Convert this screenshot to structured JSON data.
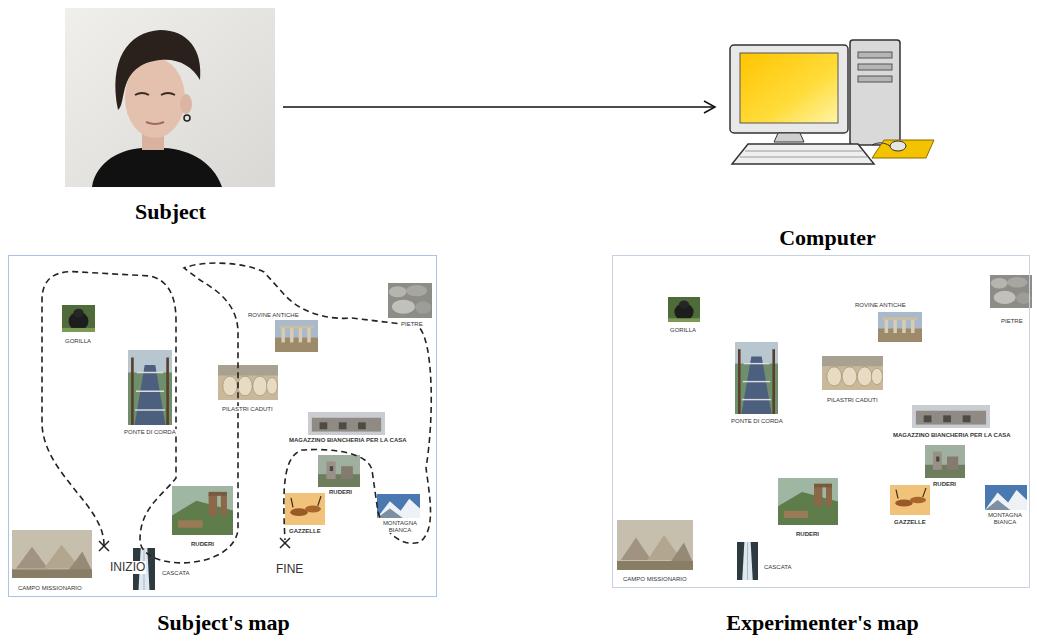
{
  "diagram": {
    "nodes": [
      {
        "text": [
          "Subject"
        ]
      },
      {
        "text": [
          "Computer"
        ]
      },
      {
        "text": [
          "Subject's map"
        ]
      },
      {
        "text": [
          "Experimenter's map"
        ]
      }
    ],
    "edges": [
      {
        "from": 0,
        "to": 1,
        "arrow": "to"
      }
    ],
    "labels": [
      "GORILLA",
      "ROVINE ANTICHE",
      "PIETRE",
      "PONTE DI CORDA",
      "PILASTRI CADUTI",
      "MAGAZZINO BIANCHERIA PER LA CASA",
      "RUDERI",
      "GAZZELLE",
      "MONTAGNA BIANCA",
      "RUDERI",
      "CAMPO MISSIONARIO",
      "CASCATA",
      "INIZIO",
      "FINE",
      "GORILLA",
      "ROVINE ANTICHE",
      "PIETRE",
      "PONTE DI CORDA",
      "PILASTRI CADUTI",
      "MAGAZZINO BIANCHERIA PER LA CASA",
      "RUDERI",
      "GAZZELLE",
      "MONTAGNA BIANCA",
      "RUDERI",
      "CAMPO MISSIONARIO",
      "CASCATA"
    ]
  }
}
